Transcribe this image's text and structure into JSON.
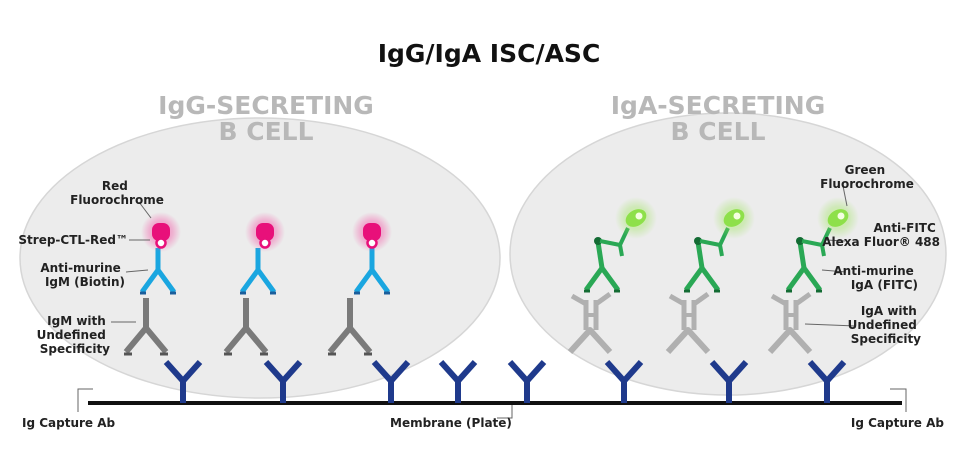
{
  "title": "IgG/IgA ISC/ASC",
  "cells": {
    "igg": {
      "line1": "IgG-SECRETING",
      "line2": "B CELL"
    },
    "iga": {
      "line1": "IgA-SECRETING",
      "line2": "B CELL"
    }
  },
  "labels": {
    "red_fluor": [
      "Red",
      "Fluorochrome"
    ],
    "strep": "Strep-CTL-Red™",
    "anti_igm": [
      "Anti-murine",
      "IgM (Biotin)"
    ],
    "igm_with": [
      "IgM with",
      "Undefined",
      "Specificity"
    ],
    "green_fluor": [
      "Green",
      "Fluorochrome"
    ],
    "anti_fitc": [
      "Anti-FITC",
      "Alexa Fluor® 488"
    ],
    "anti_iga": [
      "Anti-murine",
      "IgA (FITC)"
    ],
    "iga_with": [
      "IgA with",
      "Undefined",
      "Specificity"
    ],
    "capture_left": "Ig Capture Ab",
    "capture_right": "Ig Capture Ab",
    "membrane": "Membrane (Plate)"
  },
  "colors": {
    "capture": "#1f3a8c",
    "igm": "#7a7a7a",
    "iga": "#b0b0b0",
    "anti_igm": "#1aa6e0",
    "anti_iga": "#2aa855",
    "red_fluor": "#e8107a",
    "green_fluor": "#8ee04a",
    "cell": "#ececec",
    "membrane": "#111111"
  }
}
